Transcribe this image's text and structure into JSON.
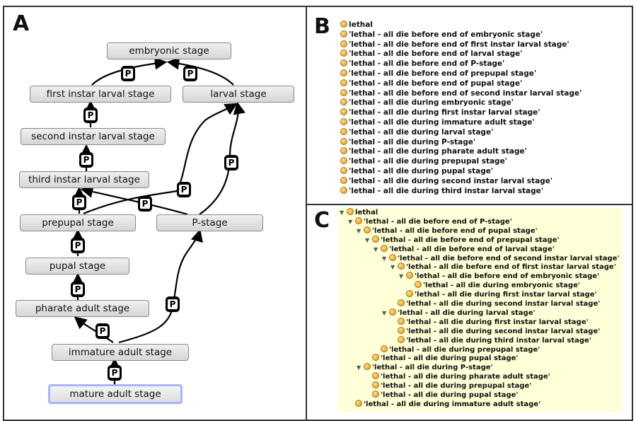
{
  "panel_labels": {
    "a": "A",
    "b": "B",
    "c": "C"
  },
  "diagram_a": {
    "edge_label": "P",
    "nodes": {
      "embryonic": "embryonic stage",
      "first_instar": "first instar larval stage",
      "larval": "larval stage",
      "second_instar": "second instar larval stage",
      "third_instar": "third instar larval stage",
      "prepupal": "prepupal stage",
      "p_stage": "P-stage",
      "pupal": "pupal stage",
      "pharate": "pharate adult stage",
      "immature": "immature adult stage",
      "mature": "mature adult stage"
    }
  },
  "list_b": [
    "lethal",
    "'lethal - all die before end of embryonic stage'",
    "'lethal - all die before end of first instar larval stage'",
    "'lethal - all die before end of larval stage'",
    "'lethal - all die before end of P-stage'",
    "'lethal - all die before end of prepupal stage'",
    "'lethal - all die before end of pupal stage'",
    "'lethal - all die before end of second instar larval stage'",
    "'lethal - all die during embryonic stage'",
    "'lethal - all die during first instar larval stage'",
    "'lethal - all die during immature adult stage'",
    "'lethal - all die during larval stage'",
    "'lethal - all die during P-stage'",
    "'lethal - all die during pharate adult stage'",
    "'lethal - all die during prepupal stage'",
    "'lethal - all die during pupal stage'",
    "'lethal - all die during second instar larval stage'",
    "'lethal - all die during third instar larval stage'"
  ],
  "tree_c": [
    {
      "label": "lethal",
      "level": 0,
      "expanded": true
    },
    {
      "label": "'lethal - all die before end of P-stage'",
      "level": 1,
      "expanded": true
    },
    {
      "label": "'lethal - all die before end of pupal stage'",
      "level": 2,
      "expanded": true
    },
    {
      "label": "'lethal - all die before end of prepupal stage'",
      "level": 3,
      "expanded": true
    },
    {
      "label": "'lethal - all die before end of larval stage'",
      "level": 4,
      "expanded": true
    },
    {
      "label": "'lethal - all die before end of second instar larval stage'",
      "level": 5,
      "expanded": true
    },
    {
      "label": "'lethal - all die before end of first instar larval stage'",
      "level": 6,
      "expanded": true
    },
    {
      "label": "'lethal - all die before end of embryonic stage'",
      "level": 7,
      "expanded": true
    },
    {
      "label": "'lethal - all die during embryonic stage'",
      "level": 8,
      "expanded": false
    },
    {
      "label": "'lethal - all die during first instar larval stage'",
      "level": 7,
      "expanded": false
    },
    {
      "label": "'lethal - all die during second instar larval stage'",
      "level": 6,
      "expanded": false
    },
    {
      "label": "'lethal - all die during larval stage'",
      "level": 5,
      "expanded": true
    },
    {
      "label": "'lethal - all die during first instar larval stage'",
      "level": 6,
      "expanded": false
    },
    {
      "label": "'lethal - all die during second instar larval stage'",
      "level": 6,
      "expanded": false
    },
    {
      "label": "'lethal - all die during third instar larval stage'",
      "level": 6,
      "expanded": false
    },
    {
      "label": "'lethal - all die during prepupal stage'",
      "level": 4,
      "expanded": false
    },
    {
      "label": "'lethal - all die during pupal stage'",
      "level": 3,
      "expanded": false
    },
    {
      "label": "'lethal - all die during P-stage'",
      "level": 2,
      "expanded": true
    },
    {
      "label": "'lethal - all die during pharate adult stage'",
      "level": 3,
      "expanded": false
    },
    {
      "label": "'lethal - all die during prepupal stage'",
      "level": 3,
      "expanded": false
    },
    {
      "label": "'lethal - all die during pupal stage'",
      "level": 3,
      "expanded": false
    },
    {
      "label": "'lethal - all die during immature adult stage'",
      "level": 1,
      "expanded": false
    }
  ],
  "colors": {
    "node_selected_border": "#a9b4ff",
    "tree_background": "#ffffd8",
    "edge": "#000000"
  }
}
